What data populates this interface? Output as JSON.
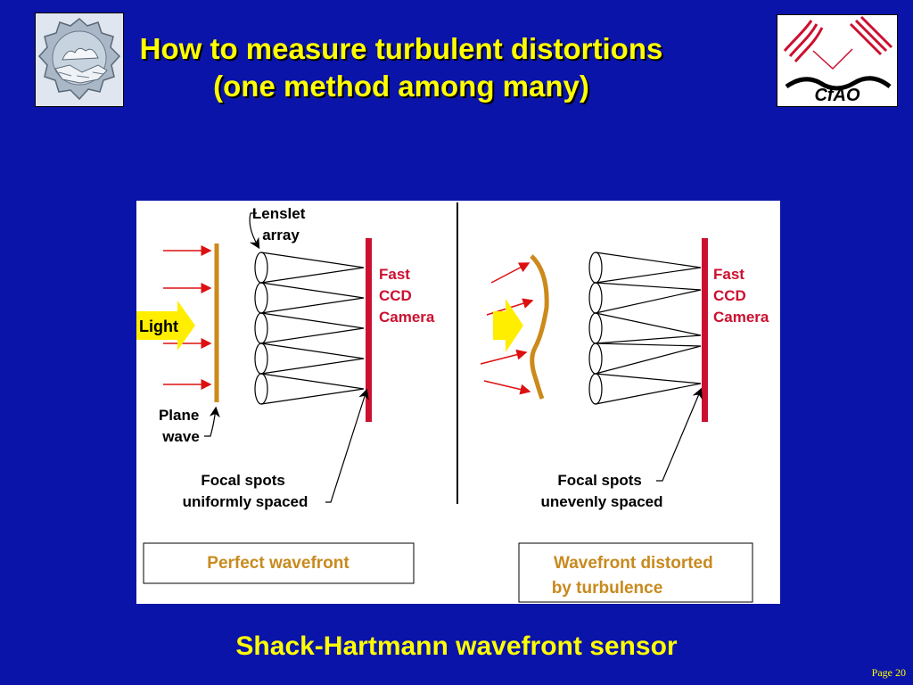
{
  "slide": {
    "title_line1": "How to measure turbulent distortions",
    "title_line2": "(one method among many)",
    "caption": "Shack-Hartmann wavefront sensor",
    "page_label": "Page 20"
  },
  "logos": {
    "right_text": "CfAO"
  },
  "diagram": {
    "lenslet_label_line1": "Lenslet",
    "lenslet_label_line2": "array",
    "light_label": "Light",
    "plane_wave_line1": "Plane",
    "plane_wave_line2": "wave",
    "camera_left": [
      "Fast",
      "CCD",
      "Camera"
    ],
    "camera_right": [
      "Fast",
      "CCD",
      "Camera"
    ],
    "focal_left_line1": "Focal spots",
    "focal_left_line2": "uniformly spaced",
    "focal_right_line1": "Focal spots",
    "focal_right_line2": "unevenly spaced",
    "box_left": "Perfect wavefront",
    "box_right_line1": "Wavefront distorted",
    "box_right_line2": "by turbulence"
  },
  "colors": {
    "background": "#0a14a8",
    "title": "#ffff00",
    "wave": "#cc8a1a",
    "camera": "#cc1030",
    "ray": "#dd1010",
    "label_orange": "#c88a1e",
    "camera_text": "#cc1030",
    "light_arrow": "#ffee00"
  }
}
